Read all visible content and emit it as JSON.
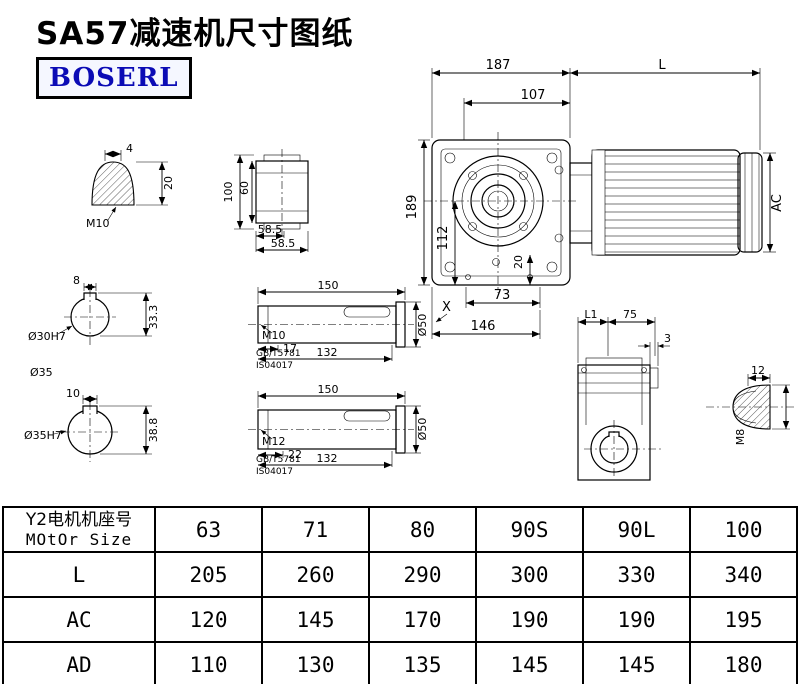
{
  "page": {
    "title": "SA57减速机尺寸图纸",
    "brand": "BOSERL"
  },
  "drawing": {
    "key_detail": {
      "m10": "M10",
      "d4": "4",
      "d20": "20"
    },
    "shaft_end_view": {
      "d100": "100",
      "d60": "60",
      "d58a": "58.5",
      "d58b": "58.5"
    },
    "bore30": {
      "d8": "8",
      "label": "Ø30H7",
      "d333": "33.3",
      "dia35": "Ø35"
    },
    "bore35": {
      "d10": "10",
      "label": "Ø35H7",
      "d388": "38.8"
    },
    "shaft1": {
      "d150": "150",
      "dia50": "Ø50",
      "m10": "M10",
      "d17": "17",
      "d132": "132",
      "gb": "GB/T5781",
      "iso": "IS04017"
    },
    "shaft2": {
      "d150": "150",
      "dia50": "Ø50",
      "m12": "M12",
      "d22": "22",
      "d132": "132",
      "gb": "GB/T5781",
      "iso": "IS04017"
    },
    "main_view": {
      "d187": "187",
      "l": "L",
      "d107": "107",
      "d189": "189",
      "d112": "112",
      "d20": "20",
      "d73": "73",
      "d146": "146",
      "x": "X",
      "ac": "AC"
    },
    "side_view": {
      "l1": "L1",
      "d75": "75",
      "d3": "3"
    },
    "plug_detail": {
      "d12": "12",
      "m8": "M8"
    }
  },
  "table": {
    "header": {
      "line1": "Y2电机机座号",
      "line2": "MOtOr Size",
      "columns": [
        "63",
        "71",
        "80",
        "90S",
        "90L",
        "100"
      ]
    },
    "rows": [
      {
        "label": "L",
        "values": [
          "205",
          "260",
          "290",
          "300",
          "330",
          "340"
        ]
      },
      {
        "label": "AC",
        "values": [
          "120",
          "145",
          "170",
          "190",
          "190",
          "195"
        ]
      },
      {
        "label": "AD",
        "values": [
          "110",
          "130",
          "135",
          "145",
          "145",
          "180"
        ]
      }
    ]
  }
}
